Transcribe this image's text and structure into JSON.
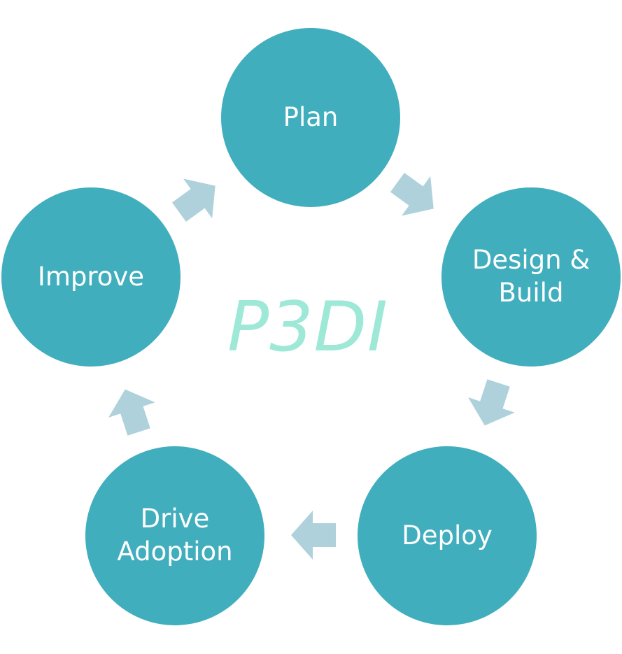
{
  "diagram": {
    "center_title": "P3DI",
    "stages": [
      {
        "label": "Plan"
      },
      {
        "label": "Design &\nBuild"
      },
      {
        "label": "Deploy"
      },
      {
        "label": "Drive\nAdoption"
      },
      {
        "label": "Improve"
      }
    ]
  },
  "colors": {
    "circle_fill": "#41AEBD",
    "arrow_fill": "#AFD1DB",
    "title_color": "#9DE8D6",
    "label_color": "#FFFFFF"
  },
  "icons": {
    "cycle_arrow": "arrow-right-icon"
  }
}
